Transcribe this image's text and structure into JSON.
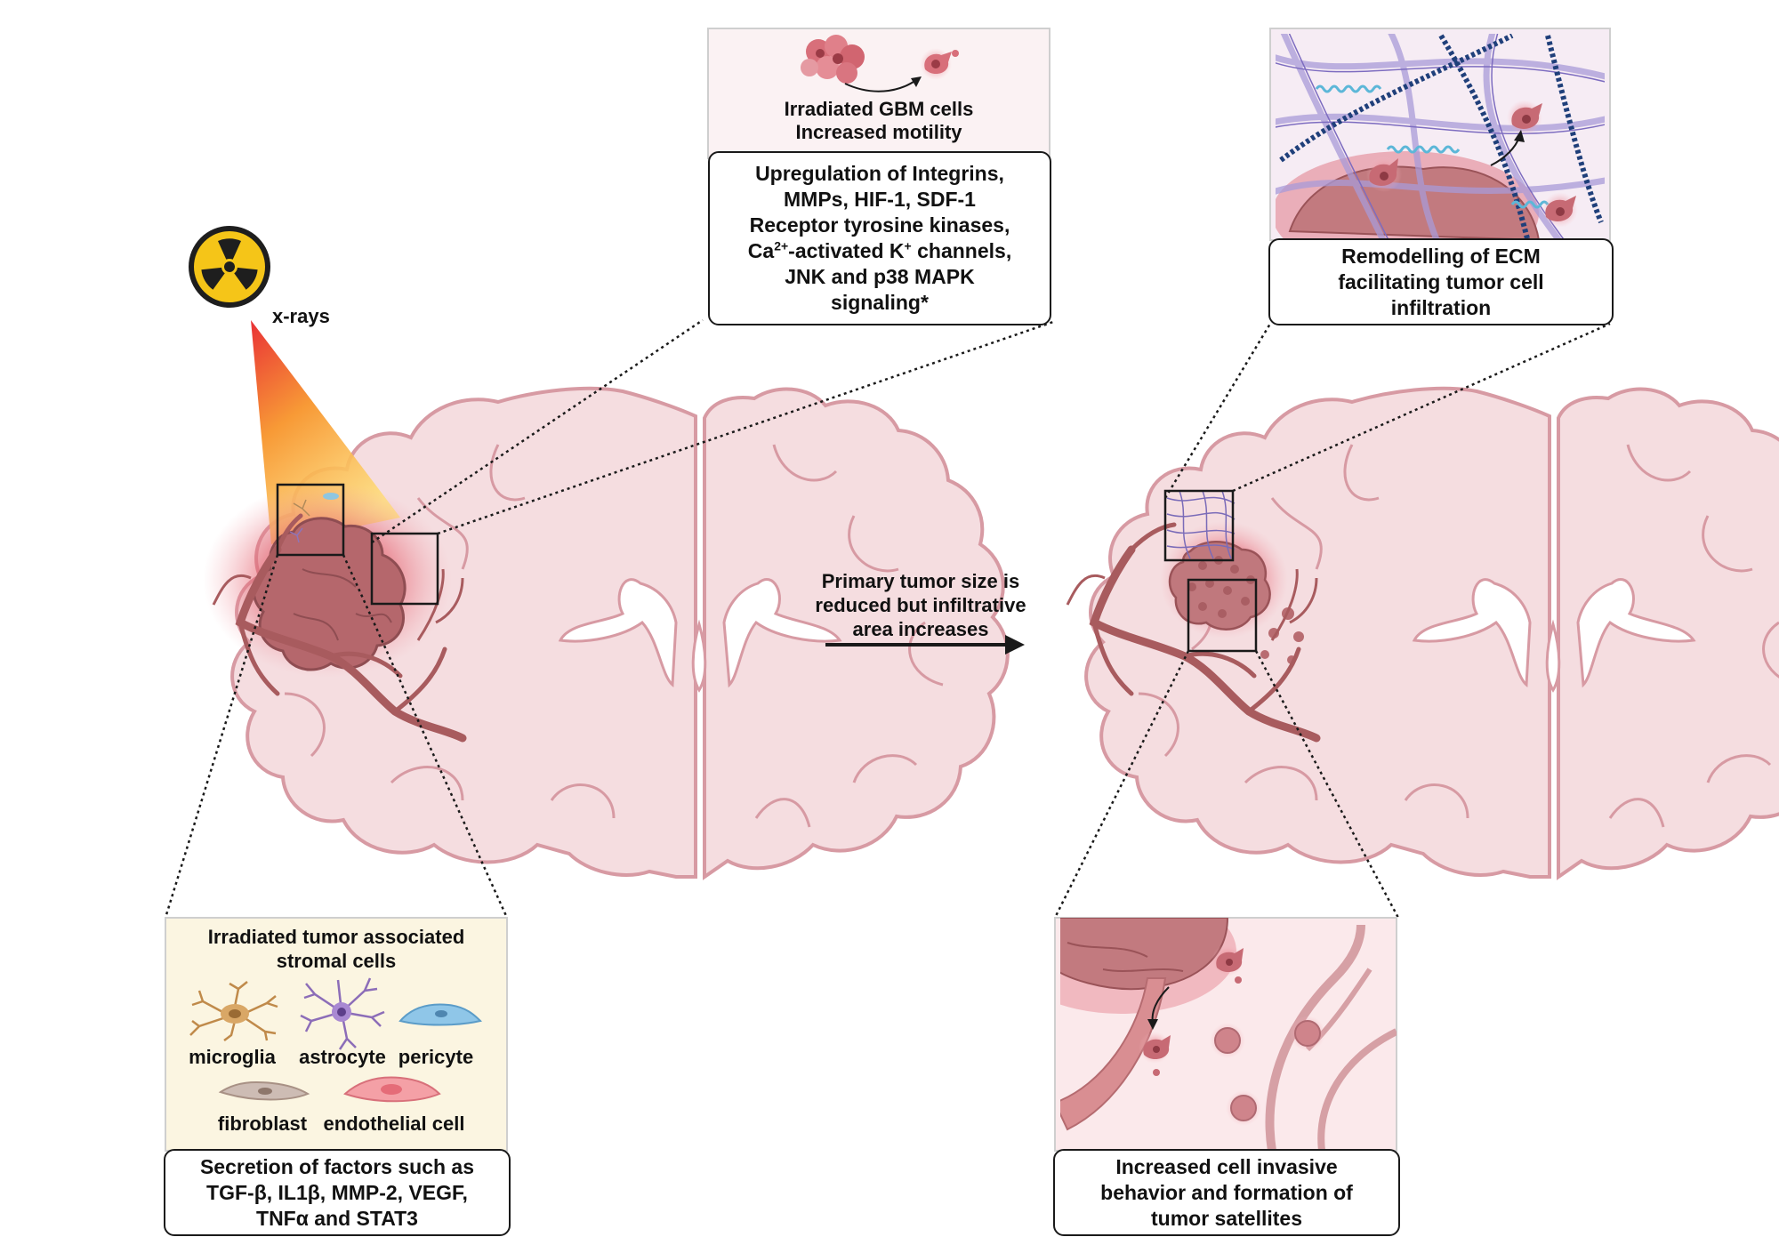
{
  "xray": {
    "icon": "radiation-icon",
    "label": "x-rays"
  },
  "gbm_panel": {
    "caption": [
      "Irradiated GBM cells",
      "Increased motility"
    ],
    "box_lines": [
      "Upregulation of  Integrins,",
      "MMPs, HIF-1, SDF-1",
      "Receptor tyrosine kinases,",
      "JNK and p38 MAPK",
      "signaling*"
    ],
    "ca_line": {
      "a": "Ca",
      "sup1": "2+",
      "b": "-activated K",
      "sup2": "+",
      "c": " channels,"
    }
  },
  "ecm_panel": {
    "box_lines": [
      "Remodelling of ECM",
      "facilitating tumor cell",
      "infiltration"
    ]
  },
  "center": {
    "lines": [
      "Primary tumor size is",
      "reduced but infiltrative",
      "area increases"
    ]
  },
  "stromal_panel": {
    "title_lines": [
      "Irradiated tumor associated",
      "stromal cells"
    ],
    "cells": [
      "microglia",
      "astrocyte",
      "pericyte",
      "fibroblast",
      "endothelial cell"
    ],
    "box_lines": [
      "Secretion of factors such as",
      "TGF-β, IL1β, MMP-2, VEGF,",
      "TNFα and STAT3"
    ]
  },
  "satellite_panel": {
    "box_lines": [
      "Increased cell invasive",
      "behavior and formation of",
      "tumor satellites"
    ]
  },
  "colors": {
    "brain_fill": "#f5dde0",
    "brain_stroke": "#d79aa3",
    "tumor": "#b5676c",
    "vessel": "#a85b5e",
    "beam_top": "#e8262b",
    "beam_bottom": "#ffd54a"
  }
}
